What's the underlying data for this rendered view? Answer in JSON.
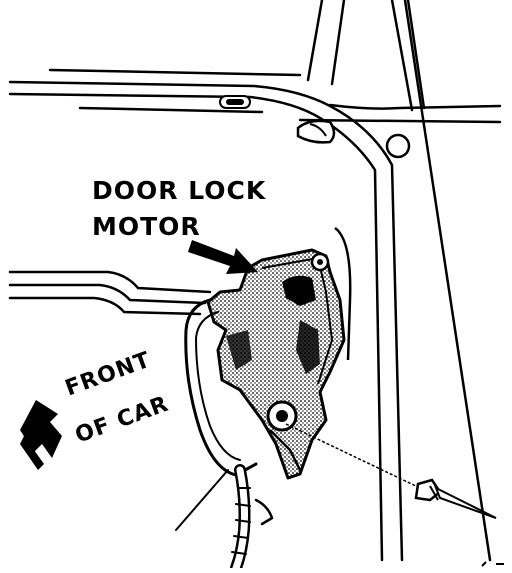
{
  "diagram": {
    "callouts": {
      "door_lock_motor": [
        "DOOR LOCK",
        "MOTOR"
      ],
      "front_of_car": [
        "FRONT",
        "OF CAR"
      ]
    },
    "colors": {
      "ink": "#000000",
      "paper": "#ffffff",
      "motor_shading": "#9a9a9a"
    },
    "icons": {
      "pointer_arrow": "arrow-right-down-icon",
      "direction_arrow": "arrow-left-icon",
      "fastener": "rivet-icon"
    }
  }
}
